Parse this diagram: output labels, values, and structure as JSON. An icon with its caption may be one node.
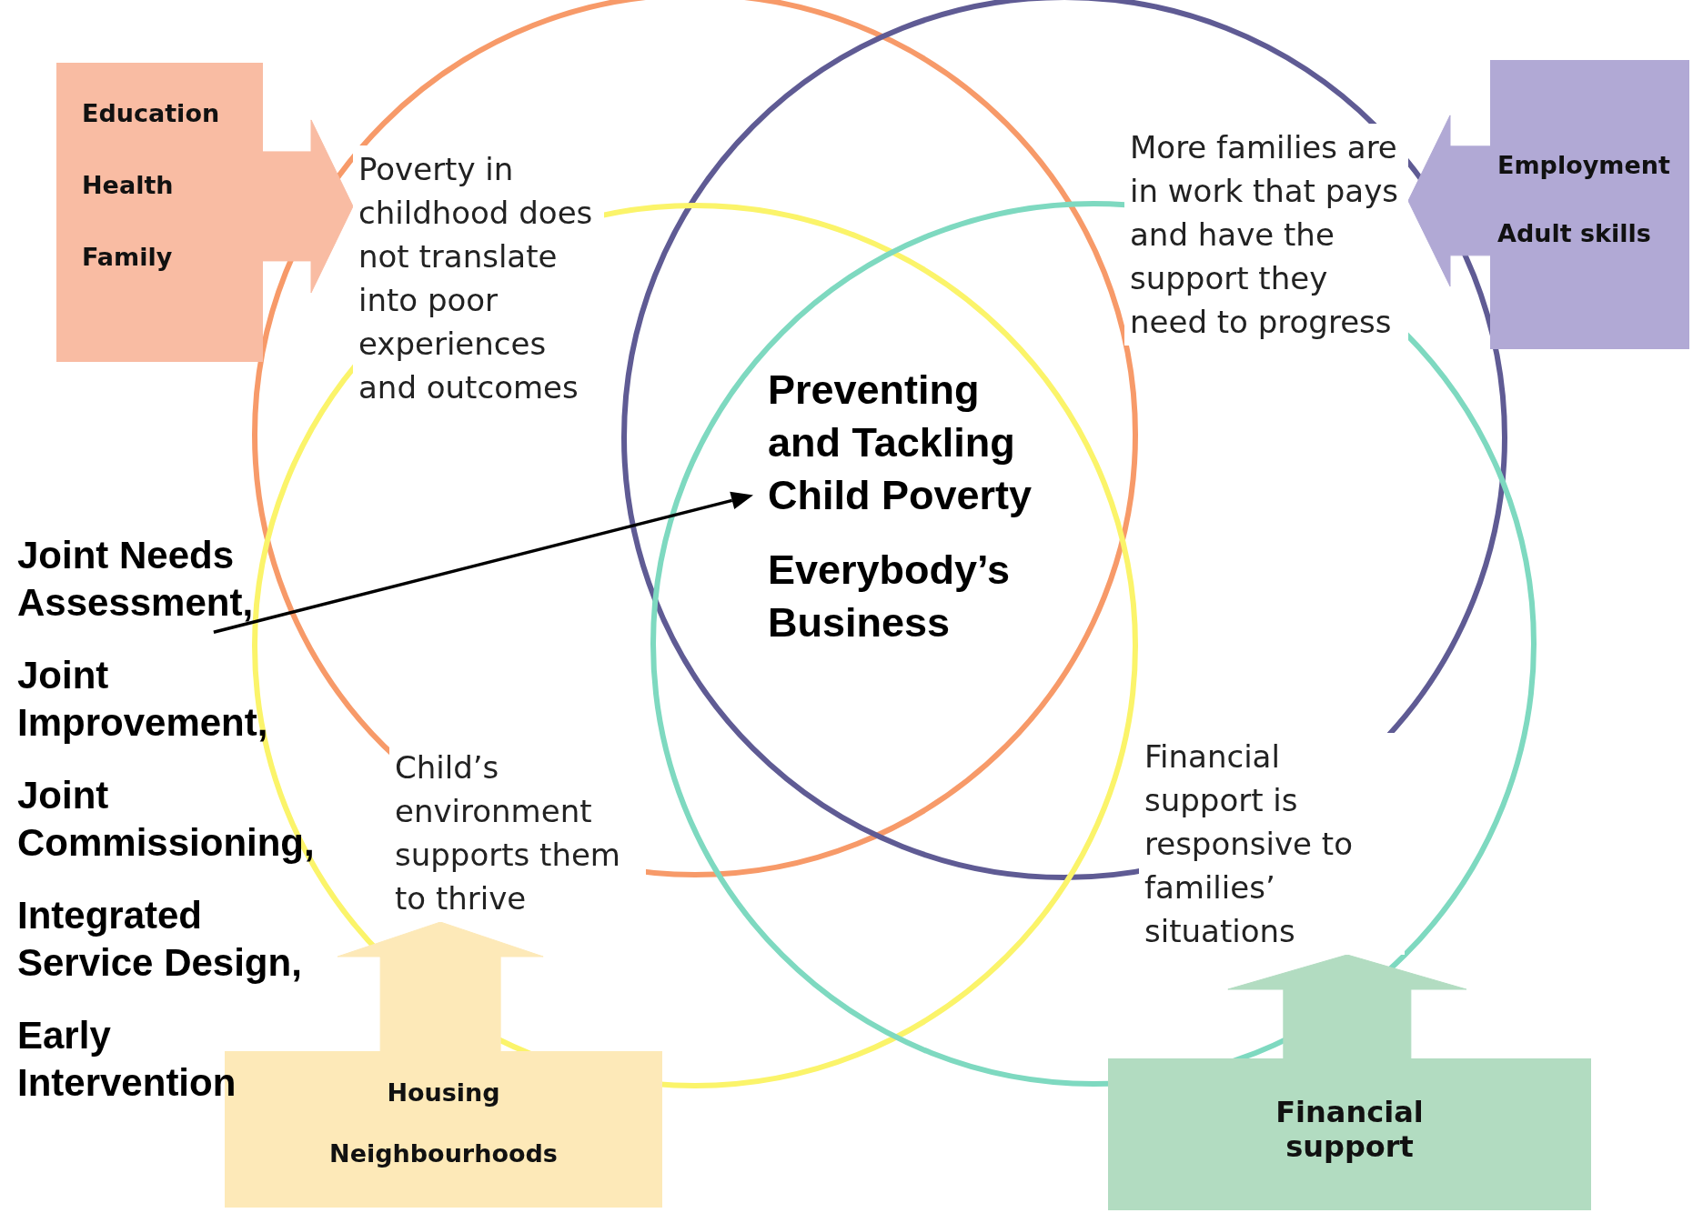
{
  "diagram": {
    "nodes": [
      {
        "text": [
          "Poverty in childhood does not translate into poor experiences and outcomes"
        ]
      },
      {
        "text": [
          "More families are in work that pays and have the support they need to progress"
        ]
      },
      {
        "text": [
          "Child’s environment supports them to thrive"
        ]
      },
      {
        "text": [
          "Financial support is responsive to families’ situations"
        ]
      },
      {
        "text": [
          "Preventing and Tackling Child Poverty",
          "Everybody’s Business"
        ]
      },
      {
        "text": [
          "Education",
          "Health",
          "Family"
        ]
      },
      {
        "text": [
          "Employment",
          "Adult skills"
        ]
      },
      {
        "text": [
          "Housing",
          "Neighbourhoods"
        ]
      },
      {
        "text": [
          "Financial support"
        ]
      },
      {
        "text": [
          "Joint Needs Assessment,",
          "Joint Improvement,",
          "Joint Commissioning,",
          "Integrated Service Design,",
          "Early Intervention"
        ]
      }
    ],
    "edges": [
      {
        "from": 5,
        "to": 0,
        "arrow": "to",
        "style": "thick",
        "color": "#f9bca3"
      },
      {
        "from": 6,
        "to": 1,
        "arrow": "to",
        "style": "thick",
        "color": "#b1a9d5"
      },
      {
        "from": 7,
        "to": 2,
        "arrow": "to",
        "style": "thick",
        "color": "#fde9b8"
      },
      {
        "from": 8,
        "to": 3,
        "arrow": "to",
        "style": "thick",
        "color": "#b2dcc1"
      },
      {
        "from": 9,
        "to": 4,
        "arrow": "to",
        "color": "#000000"
      }
    ]
  }
}
